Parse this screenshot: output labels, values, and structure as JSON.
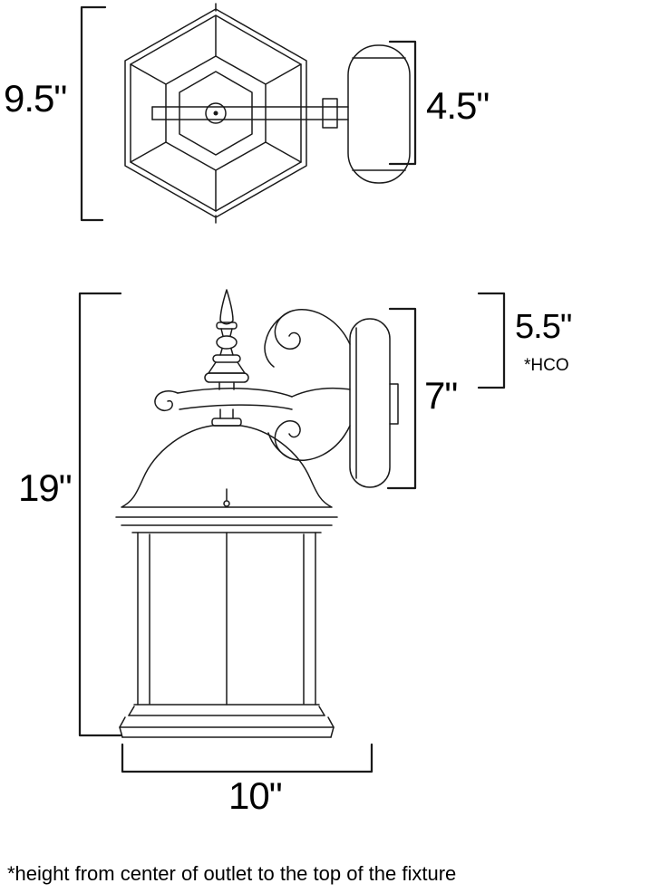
{
  "page": {
    "background": "#ffffff",
    "line_color": "#1a1a1a"
  },
  "top_view": {
    "dim_height": {
      "label": "9.5\""
    },
    "dim_backplate": {
      "label": "4.5\""
    }
  },
  "side_view": {
    "dim_total_height": {
      "label": "19\""
    },
    "dim_backplate": {
      "label": "7\""
    },
    "dim_hco": {
      "label": "5.5\"",
      "note": "*HCO"
    },
    "dim_width": {
      "label": "10\""
    }
  },
  "footnote": "*height from center of outlet to the top of the fixture"
}
